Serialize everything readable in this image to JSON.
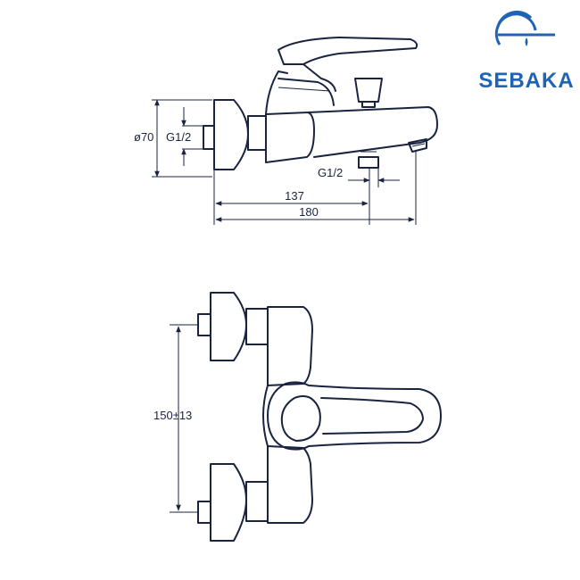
{
  "brand": {
    "name": "SEBAKA",
    "logo_icon": "water-drop-circle-icon",
    "color": "#1e63b4"
  },
  "line_color": "#1a2340",
  "dimensions": {
    "diameter_label": "ø70",
    "thread_label": "G1/2",
    "outlet_thread_label": "G1/2",
    "length_137": "137",
    "length_180": "180",
    "spacing_label": "150±13"
  }
}
